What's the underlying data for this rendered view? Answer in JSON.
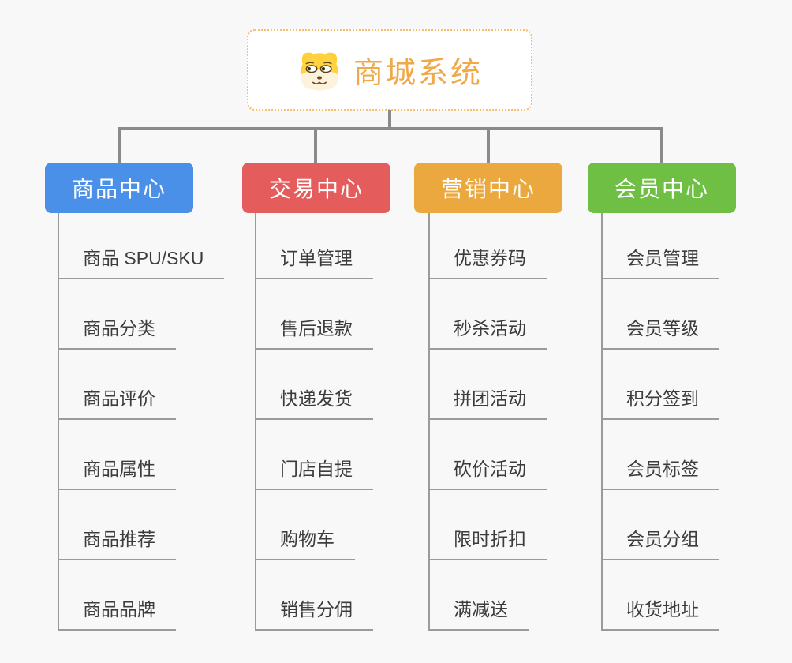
{
  "page": {
    "background_color": "#f8f8f8",
    "connector_color": "#8a8a8a",
    "underline_color": "#9b9b9b"
  },
  "root_node": {
    "label": "商城系统",
    "icon": "dog-face-icon",
    "text_color": "#f0a848",
    "border_color": "#f6bd6a"
  },
  "branches": [
    {
      "label": "商品中心",
      "color": "#4a8fe8",
      "children": [
        "商品 SPU/SKU",
        "商品分类",
        "商品评价",
        "商品属性",
        "商品推荐",
        "商品品牌"
      ]
    },
    {
      "label": "交易中心",
      "color": "#e45c5c",
      "children": [
        "订单管理",
        "售后退款",
        "快递发货",
        "门店自提",
        "购物车",
        "销售分佣"
      ]
    },
    {
      "label": "营销中心",
      "color": "#eba83e",
      "children": [
        "优惠券码",
        "秒杀活动",
        "拼团活动",
        "砍价活动",
        "限时折扣",
        "满减送"
      ]
    },
    {
      "label": "会员中心",
      "color": "#6fbf44",
      "children": [
        "会员管理",
        "会员等级",
        "积分签到",
        "会员标签",
        "会员分组",
        "收货地址"
      ]
    }
  ]
}
